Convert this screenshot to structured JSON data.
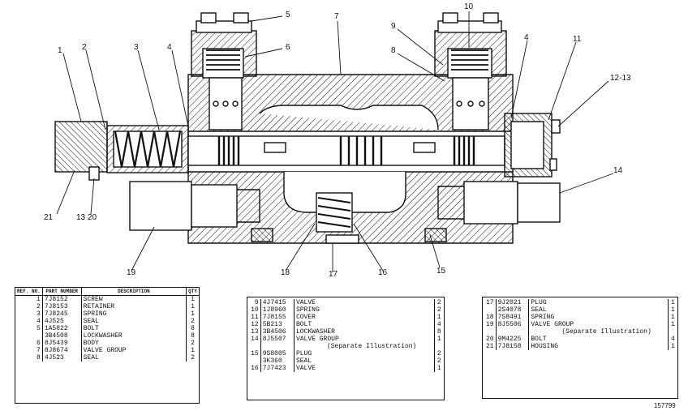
{
  "callouts": [
    "1",
    "2",
    "3",
    "4",
    "5",
    "6",
    "7",
    "8",
    "9",
    "10",
    "4",
    "11",
    "12-13",
    "14",
    "15",
    "16",
    "17",
    "18",
    "19",
    "13 20",
    "21"
  ],
  "table1": {
    "headers": {
      "ref": "REF. NO.",
      "part": "PART NUMBER",
      "desc": "DESCRIPTION",
      "qty": "QTY"
    },
    "rows": [
      {
        "ref": "1",
        "pn": "7J8152",
        "desc": "SCREW",
        "qty": "1"
      },
      {
        "ref": "2",
        "pn": "7J8153",
        "desc": "RETAINER",
        "qty": "1"
      },
      {
        "ref": "3",
        "pn": "7J8245",
        "desc": "SPRING",
        "qty": "1"
      },
      {
        "ref": "4",
        "pn": "4J525",
        "desc": "SEAL",
        "qty": "2"
      },
      {
        "ref": "5",
        "pn": "1A5822",
        "desc": "BOLT",
        "qty": "8"
      },
      {
        "ref": "",
        "pn": "3B4508",
        "desc": "LOCKWASHER",
        "qty": "8"
      },
      {
        "ref": "6",
        "pn": "8J5439",
        "desc": "BODY",
        "qty": "2"
      },
      {
        "ref": "7",
        "pn": "8J8674",
        "desc": "VALVE GROUP",
        "qty": "1"
      },
      {
        "ref": "8",
        "pn": "4J523",
        "desc": "SEAL",
        "qty": "2"
      }
    ]
  },
  "table2": {
    "rows": [
      {
        "ref": "9",
        "pn": "4J7415",
        "desc": "VALVE",
        "qty": "2"
      },
      {
        "ref": "10",
        "pn": "1J8960",
        "desc": "SPRING",
        "qty": "2"
      },
      {
        "ref": "11",
        "pn": "7J8155",
        "desc": "COVER",
        "qty": "1"
      },
      {
        "ref": "12",
        "pn": "5B213",
        "desc": "BOLT",
        "qty": "4"
      },
      {
        "ref": "13",
        "pn": "3B4506",
        "desc": "LOCKWASHER",
        "qty": "8"
      },
      {
        "ref": "14",
        "pn": "8J5507",
        "desc": "VALVE GROUP",
        "qty": "1"
      },
      {
        "ref": "",
        "pn": "",
        "desc": "(Separate Illustration)",
        "qty": ""
      },
      {
        "ref": "15",
        "pn": "9S8005",
        "desc": "PLUG",
        "qty": "2"
      },
      {
        "ref": "",
        "pn": "3K360",
        "desc": "SEAL",
        "qty": "2"
      },
      {
        "ref": "16",
        "pn": "7J7423",
        "desc": "VALVE",
        "qty": "1"
      }
    ]
  },
  "table3": {
    "rows": [
      {
        "ref": "17",
        "pn": "9J2021",
        "desc": "PLUG",
        "qty": "1"
      },
      {
        "ref": "",
        "pn": "2S4078",
        "desc": "SEAL",
        "qty": "1"
      },
      {
        "ref": "18",
        "pn": "7S8491",
        "desc": "SPRING",
        "qty": "1"
      },
      {
        "ref": "19",
        "pn": "8J5506",
        "desc": "VALVE GROUP",
        "qty": "1"
      },
      {
        "ref": "",
        "pn": "",
        "desc": "(Separate Illustration)",
        "qty": ""
      },
      {
        "ref": "20",
        "pn": "9M4225",
        "desc": "BOLT",
        "qty": "4"
      },
      {
        "ref": "21",
        "pn": "7J8158",
        "desc": "HOUSING",
        "qty": "1"
      }
    ]
  },
  "figure_number": "157799",
  "colors": {
    "ink": "#111111",
    "paper": "#ffffff"
  }
}
